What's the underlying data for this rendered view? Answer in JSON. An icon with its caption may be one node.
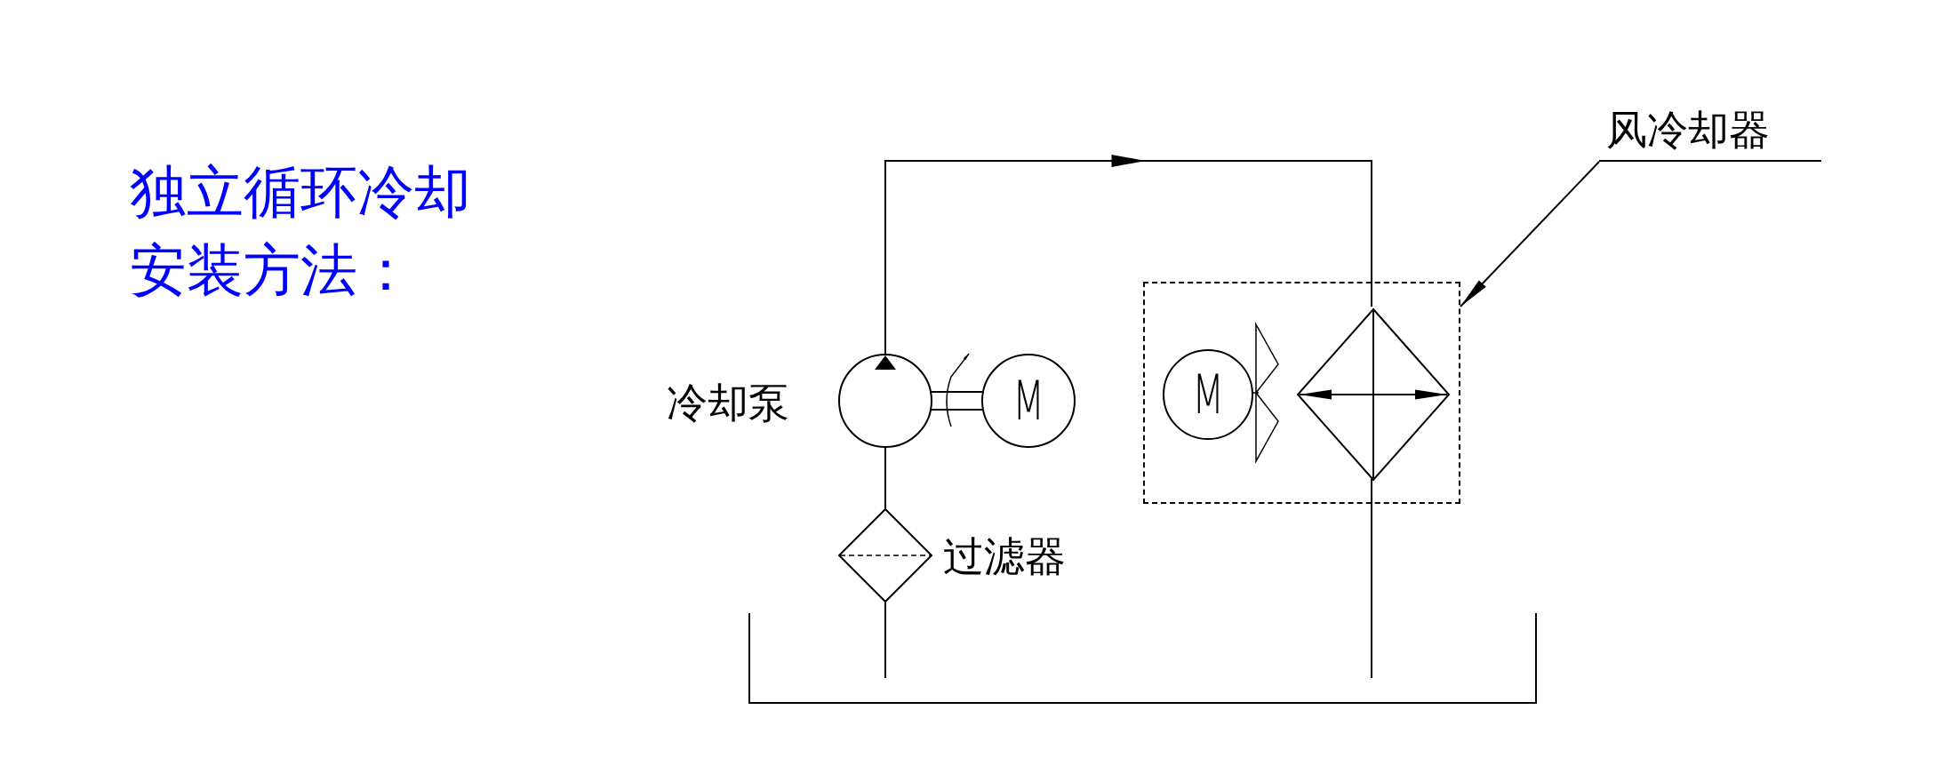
{
  "diagram": {
    "title": "独立循环冷却安装方法：",
    "nodes": [
      {
        "text": [],
        "shape": "circle",
        "beside": [
          "冷却泵"
        ]
      },
      {
        "text": [
          "M"
        ]
      },
      {
        "text": [],
        "shape": "diamond",
        "beside": [
          "过滤器"
        ]
      },
      {
        "text": [],
        "shape": "box"
      },
      {
        "text": [],
        "shape": "box"
      },
      {
        "text": [
          "M"
        ],
        "in": 4
      },
      {
        "text": [],
        "shape": "diamond",
        "in": 4
      },
      {
        "text": [
          "风冷却器"
        ]
      }
    ],
    "edges": [
      {
        "from": 3,
        "to": 2,
        "arrow": "none"
      },
      {
        "from": 2,
        "to": 0,
        "arrow": "none"
      },
      {
        "from": 0,
        "to": 6,
        "arrow": "to"
      },
      {
        "from": 6,
        "to": 3,
        "arrow": "none"
      },
      {
        "from": 1,
        "to": 0,
        "arrow": "none"
      },
      {
        "from": 7,
        "to": 4,
        "arrow": "to"
      }
    ]
  }
}
